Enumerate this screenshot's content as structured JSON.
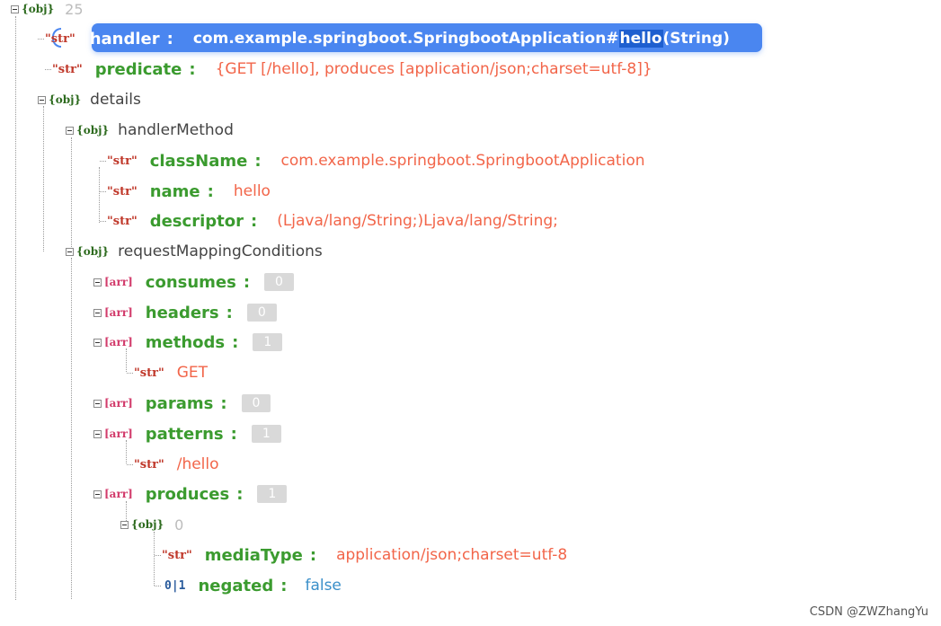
{
  "tree": {
    "root": {
      "type": "{obj}",
      "count": "25"
    },
    "handler": {
      "type": "\"str\"",
      "key": "handler",
      "value_pre": "com.example.springboot.SpringbootApplication#",
      "value_sel": "hello",
      "value_post": "(String)"
    },
    "predicate": {
      "type": "\"str\"",
      "key": "predicate",
      "value": "{GET [/hello], produces [application/json;charset=utf-8]}"
    },
    "details": {
      "type": "{obj}",
      "name": "details"
    },
    "handlerMethod": {
      "type": "{obj}",
      "name": "handlerMethod"
    },
    "className": {
      "type": "\"str\"",
      "key": "className",
      "value": "com.example.springboot.SpringbootApplication"
    },
    "name": {
      "type": "\"str\"",
      "key": "name",
      "value": "hello"
    },
    "descriptor": {
      "type": "\"str\"",
      "key": "descriptor",
      "value": "(Ljava/lang/String;)Ljava/lang/String;"
    },
    "requestMappingConditions": {
      "type": "{obj}",
      "name": "requestMappingConditions"
    },
    "consumes": {
      "type": "[arr]",
      "key": "consumes",
      "count": "0"
    },
    "headers": {
      "type": "[arr]",
      "key": "headers",
      "count": "0"
    },
    "methods": {
      "type": "[arr]",
      "key": "methods",
      "count": "1"
    },
    "methods_item": {
      "type": "\"str\"",
      "value": "GET"
    },
    "params": {
      "type": "[arr]",
      "key": "params",
      "count": "0"
    },
    "patterns": {
      "type": "[arr]",
      "key": "patterns",
      "count": "1"
    },
    "patterns_item": {
      "type": "\"str\"",
      "value": "/hello"
    },
    "produces": {
      "type": "[arr]",
      "key": "produces",
      "count": "1"
    },
    "produces_0": {
      "type": "{obj}",
      "index": "0"
    },
    "mediaType": {
      "type": "\"str\"",
      "key": "mediaType",
      "value": "application/json;charset=utf-8"
    },
    "negated": {
      "type": "0|1",
      "key": "negated",
      "value": "false"
    }
  },
  "colon": ":",
  "watermark": "CSDN @ZWZhangYu"
}
